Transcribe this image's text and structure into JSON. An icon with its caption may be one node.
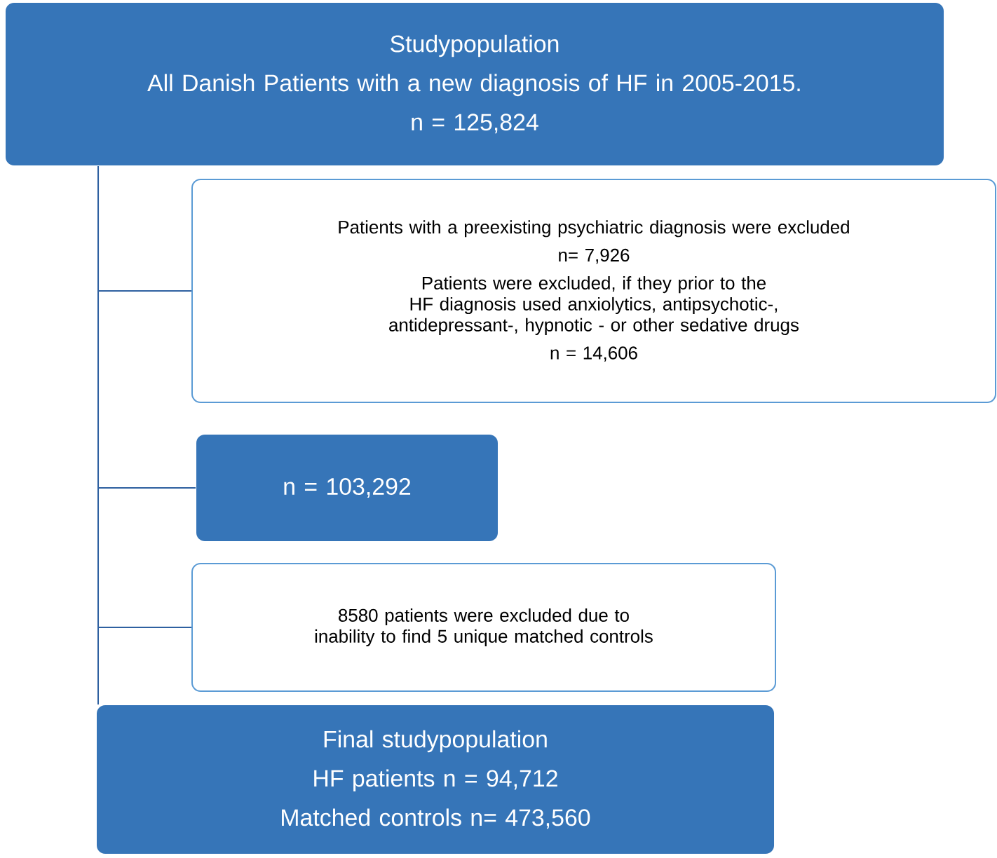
{
  "diagram": {
    "nodes": [
      {
        "text": [
          "Studypopulation",
          "All Danish Patients with a new diagnosis of HF in 2005-2015.",
          "n = 125,824"
        ]
      },
      {
        "text": [
          "Patients with a preexisting psychiatric diagnosis were excluded",
          "n= 7,926",
          "Patients were excluded, if they prior to the HF diagnosis used anxiolytics, antipsychotic-, antidepressant-, hypnotic - or other sedative drugs",
          "n = 14,606"
        ]
      },
      {
        "text": [
          "n = 103,292"
        ]
      },
      {
        "text": [
          "8580 patients were excluded due to inability to find 5 unique matched controls"
        ]
      },
      {
        "text": [
          "Final studypopulation",
          "HF patients n = 94,712",
          "Matched controls n= 473,560"
        ]
      }
    ],
    "edges": [
      {
        "from": 0,
        "to": 1,
        "arrow": "none"
      },
      {
        "from": 0,
        "to": 2,
        "arrow": "none"
      },
      {
        "from": 0,
        "to": 3,
        "arrow": "none"
      },
      {
        "from": 0,
        "to": 4,
        "arrow": "none"
      }
    ]
  }
}
